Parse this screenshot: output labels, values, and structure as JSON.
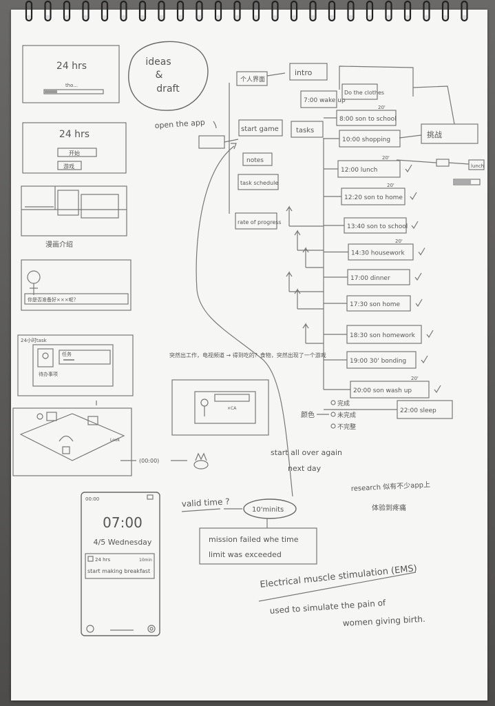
{
  "top_left": {
    "title1": "24 hrs",
    "title2": "24 hrs",
    "small_text": "tho...",
    "menu1": "开始",
    "menu2": "游戏",
    "caption1": "漫画介绍",
    "caption2": "你是否准备好×××呢？",
    "caption3": "24小时task",
    "card_text": "任务",
    "card_sub": "待办事项",
    "time_label": "(00:00)"
  },
  "flow": {
    "title1": "ideas",
    "amp": "&",
    "title2": "draft",
    "open_app": "open the app",
    "intro_box_a": "个人界面",
    "intro_box_b": "intro",
    "start_game": "start game",
    "tasks": "tasks",
    "notes": "notes",
    "task_schedule": "task schedule",
    "rate_progress": "rate of progress",
    "wakeup": "7:00 wake up",
    "clothes": "Do the clothes",
    "challenge": "挑战",
    "lunch_tag": "lunch",
    "time_offset": "20'"
  },
  "schedule": [
    {
      "time": "8:00",
      "task": "son to school"
    },
    {
      "time": "10:00",
      "task": "shopping"
    },
    {
      "time": "12:00",
      "task": "lunch"
    },
    {
      "time": "12:20",
      "task": "son to home"
    },
    {
      "time": "13:40",
      "task": "son to school"
    },
    {
      "time": "14:30",
      "task": "housework"
    },
    {
      "time": "17:00",
      "task": "dinner"
    },
    {
      "time": "17:30",
      "task": "son home"
    },
    {
      "time": "18:30",
      "task": "son homework"
    },
    {
      "time": "19:00",
      "task": "30' bonding"
    },
    {
      "time": "20:00",
      "task": "son wash up"
    },
    {
      "time": "22:00",
      "task": "sleep"
    }
  ],
  "legend": {
    "label": "颜色",
    "opt1": "完成",
    "opt2": "未完成",
    "opt3": "不完整"
  },
  "notes_mid": {
    "chinese_line": "突然出工作，电视频道 → 得到吃的？食物，突然出现了一个游戏",
    "start_again1": "start all over again",
    "start_again2": "next day",
    "research": "research 似有不少app上",
    "research2": "体验到疼痛",
    "valid_time": "valid time ?",
    "minutes": "10'minits",
    "mission1": "mission failed whe time",
    "mission2": "limit was exceeded",
    "ems1": "Electrical muscle stimulation (EMS)",
    "ems2": "used to simulate the pain of",
    "ems3": "women giving birth."
  },
  "phone": {
    "status": "00:00",
    "clock": "07:00",
    "date": "4/5 Wednesday",
    "card_title": "24 hrs",
    "card_time": "10min",
    "card_task": "start making breakfast"
  }
}
